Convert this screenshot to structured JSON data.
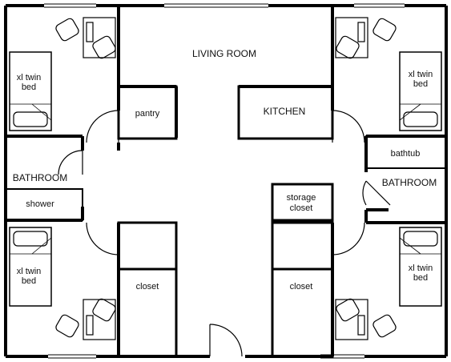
{
  "labels": {
    "living_room": "LIVING ROOM",
    "pantry": "pantry",
    "kitchen": "KITCHEN",
    "bathtub": "bathtub",
    "bathroom_left": "BATHROOM",
    "bathroom_right": "BATHROOM",
    "shower": "shower",
    "storage_closet_1": "storage",
    "storage_closet_2": "closet",
    "closet_left": "closet",
    "closet_right": "closet",
    "bed_tl_1": "xl twin",
    "bed_tl_2": "bed",
    "bed_tr_1": "xl twin",
    "bed_tr_2": "bed",
    "bed_bl_1": "xl twin",
    "bed_bl_2": "bed",
    "bed_br_1": "xl twin",
    "bed_br_2": "bed"
  }
}
